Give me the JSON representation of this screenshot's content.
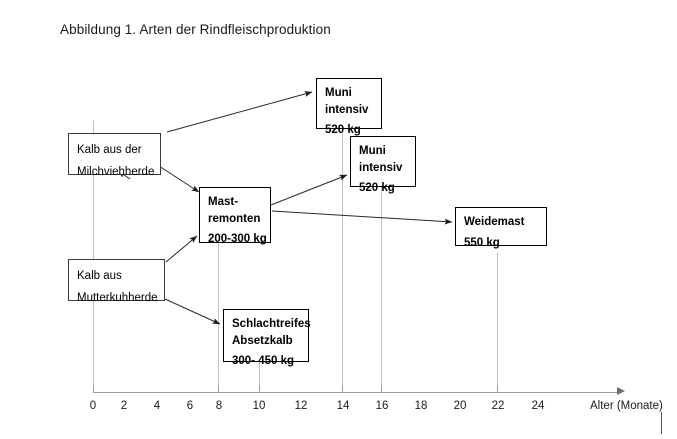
{
  "figure": {
    "title": "Abbildung 1. Arten der Rindfleischproduktion"
  },
  "axis": {
    "label": "Alter (Monate)",
    "ticks": [
      "0",
      "2",
      "4",
      "6",
      "8",
      "10",
      "12",
      "14",
      "16",
      "18",
      "20",
      "22",
      "24"
    ]
  },
  "nodes": {
    "kalb_milchvieh": {
      "line1": "Kalb aus der",
      "line2": "Milchviehherde"
    },
    "kalb_mutterkuh": {
      "line1": "Kalb aus",
      "line2": "Mutterkuhherde"
    },
    "mastremonten": {
      "line1": "Mast-",
      "line2": "remonten",
      "weight": "200-300 kg"
    },
    "muni_intensiv_1": {
      "line1": "Muni",
      "line2": "intensiv",
      "weight": "520 kg"
    },
    "muni_intensiv_2": {
      "line1": "Muni",
      "line2": "intensiv",
      "weight": "520 kg"
    },
    "weidemast": {
      "line1": "Weidemast",
      "weight": "550 kg"
    },
    "absetzkalb": {
      "line1": "Schlachtreifes",
      "line2": "Absetzkalb",
      "weight": "300- 450 kg"
    }
  },
  "chart_data": {
    "type": "diagram",
    "title": "Abbildung 1. Arten der Rindfleischproduktion",
    "xlabel": "Alter (Monate)",
    "xlim": [
      0,
      26
    ],
    "xticks": [
      0,
      2,
      4,
      6,
      8,
      10,
      12,
      14,
      16,
      18,
      20,
      22,
      24
    ],
    "grid": true,
    "gridlines_at_months": [
      0,
      8,
      10,
      14,
      16,
      22
    ],
    "boxes": [
      {
        "id": "kalb_milchvieh",
        "label": "Kalb aus der Milchviehherde",
        "weight": "",
        "age_months": 0
      },
      {
        "id": "kalb_mutterkuh",
        "label": "Kalb aus Mutterkuhherde",
        "weight": "",
        "age_months": 0
      },
      {
        "id": "mastremonten",
        "label": "Mast-remonten",
        "weight": "200-300 kg",
        "age_months": 8
      },
      {
        "id": "muni_intensiv_1",
        "label": "Muni intensiv",
        "weight": "520 kg",
        "age_months": 14
      },
      {
        "id": "muni_intensiv_2",
        "label": "Muni intensiv",
        "weight": "520 kg",
        "age_months": 16
      },
      {
        "id": "weidemast",
        "label": "Weidemast",
        "weight": "550 kg",
        "age_months": 22
      },
      {
        "id": "absetzkalb",
        "label": "Schlachtreifes Absetzkalb",
        "weight": "300- 450 kg",
        "age_months": 10
      }
    ],
    "edges": [
      {
        "from": "kalb_milchvieh",
        "to": "muni_intensiv_1"
      },
      {
        "from": "kalb_milchvieh",
        "to": "mastremonten"
      },
      {
        "from": "kalb_mutterkuh",
        "to": "mastremonten"
      },
      {
        "from": "kalb_mutterkuh",
        "to": "absetzkalb"
      },
      {
        "from": "mastremonten",
        "to": "muni_intensiv_2"
      },
      {
        "from": "mastremonten",
        "to": "weidemast"
      }
    ]
  }
}
